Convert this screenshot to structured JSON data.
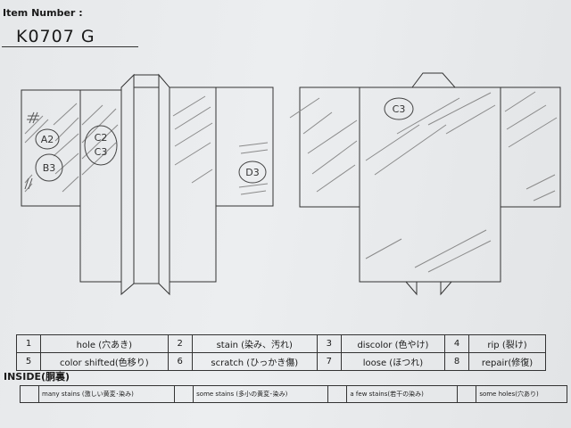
{
  "header": {
    "item_number_label": "Item Number :",
    "item_number": "K0707   G"
  },
  "annotations": {
    "front": [
      "A2",
      "B3",
      "C2",
      "C3",
      "D3"
    ],
    "back": [
      "C3"
    ]
  },
  "legend": [
    {
      "num": "1",
      "label": "hole (穴あき)"
    },
    {
      "num": "2",
      "label": "stain (染み、汚れ)"
    },
    {
      "num": "3",
      "label": "discolor (色やけ)"
    },
    {
      "num": "4",
      "label": "rip (裂け)"
    },
    {
      "num": "5",
      "label": "color shifted(色移り)"
    },
    {
      "num": "6",
      "label": "scratch (ひっかき傷)"
    },
    {
      "num": "7",
      "label": "loose (ほつれ)"
    },
    {
      "num": "8",
      "label": "repair(修復)"
    }
  ],
  "inside": {
    "label": "INSIDE(胴裏)",
    "levels": [
      "many stains (激しい黄変･染み)",
      "some stains (多小の黄変･染み)",
      "a few stains(若干の染み)",
      "some holes(穴あり)"
    ]
  },
  "colors": {
    "paper": "#eceef0",
    "ink": "#1a1a1a",
    "pencil": "#6e6e6e"
  }
}
